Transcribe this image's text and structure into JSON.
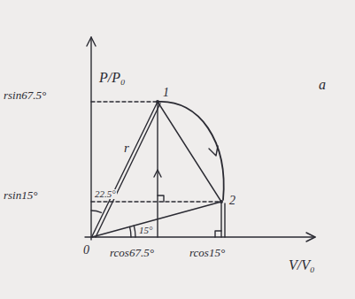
{
  "diagram": {
    "labels": [
      "P/P₀",
      "a",
      "rsin67.5°",
      "1",
      "r",
      "22.5°",
      "rsin15°",
      "2",
      "0",
      "rcos67.5°",
      "15°",
      "rcos15°",
      "V/V₀"
    ]
  }
}
